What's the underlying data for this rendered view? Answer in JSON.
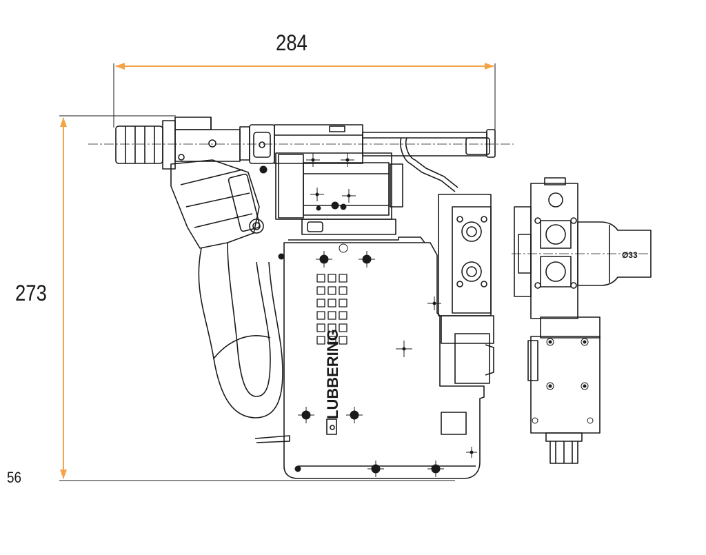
{
  "dimensions": {
    "width": "284",
    "height": "273",
    "offset": "56",
    "diameter": "Ø33"
  },
  "logo": {
    "brand": "LUBBERING"
  },
  "colors": {
    "dimension_line": "#f5a347",
    "drawing_line": "#1a1a1a",
    "background": "#ffffff"
  }
}
